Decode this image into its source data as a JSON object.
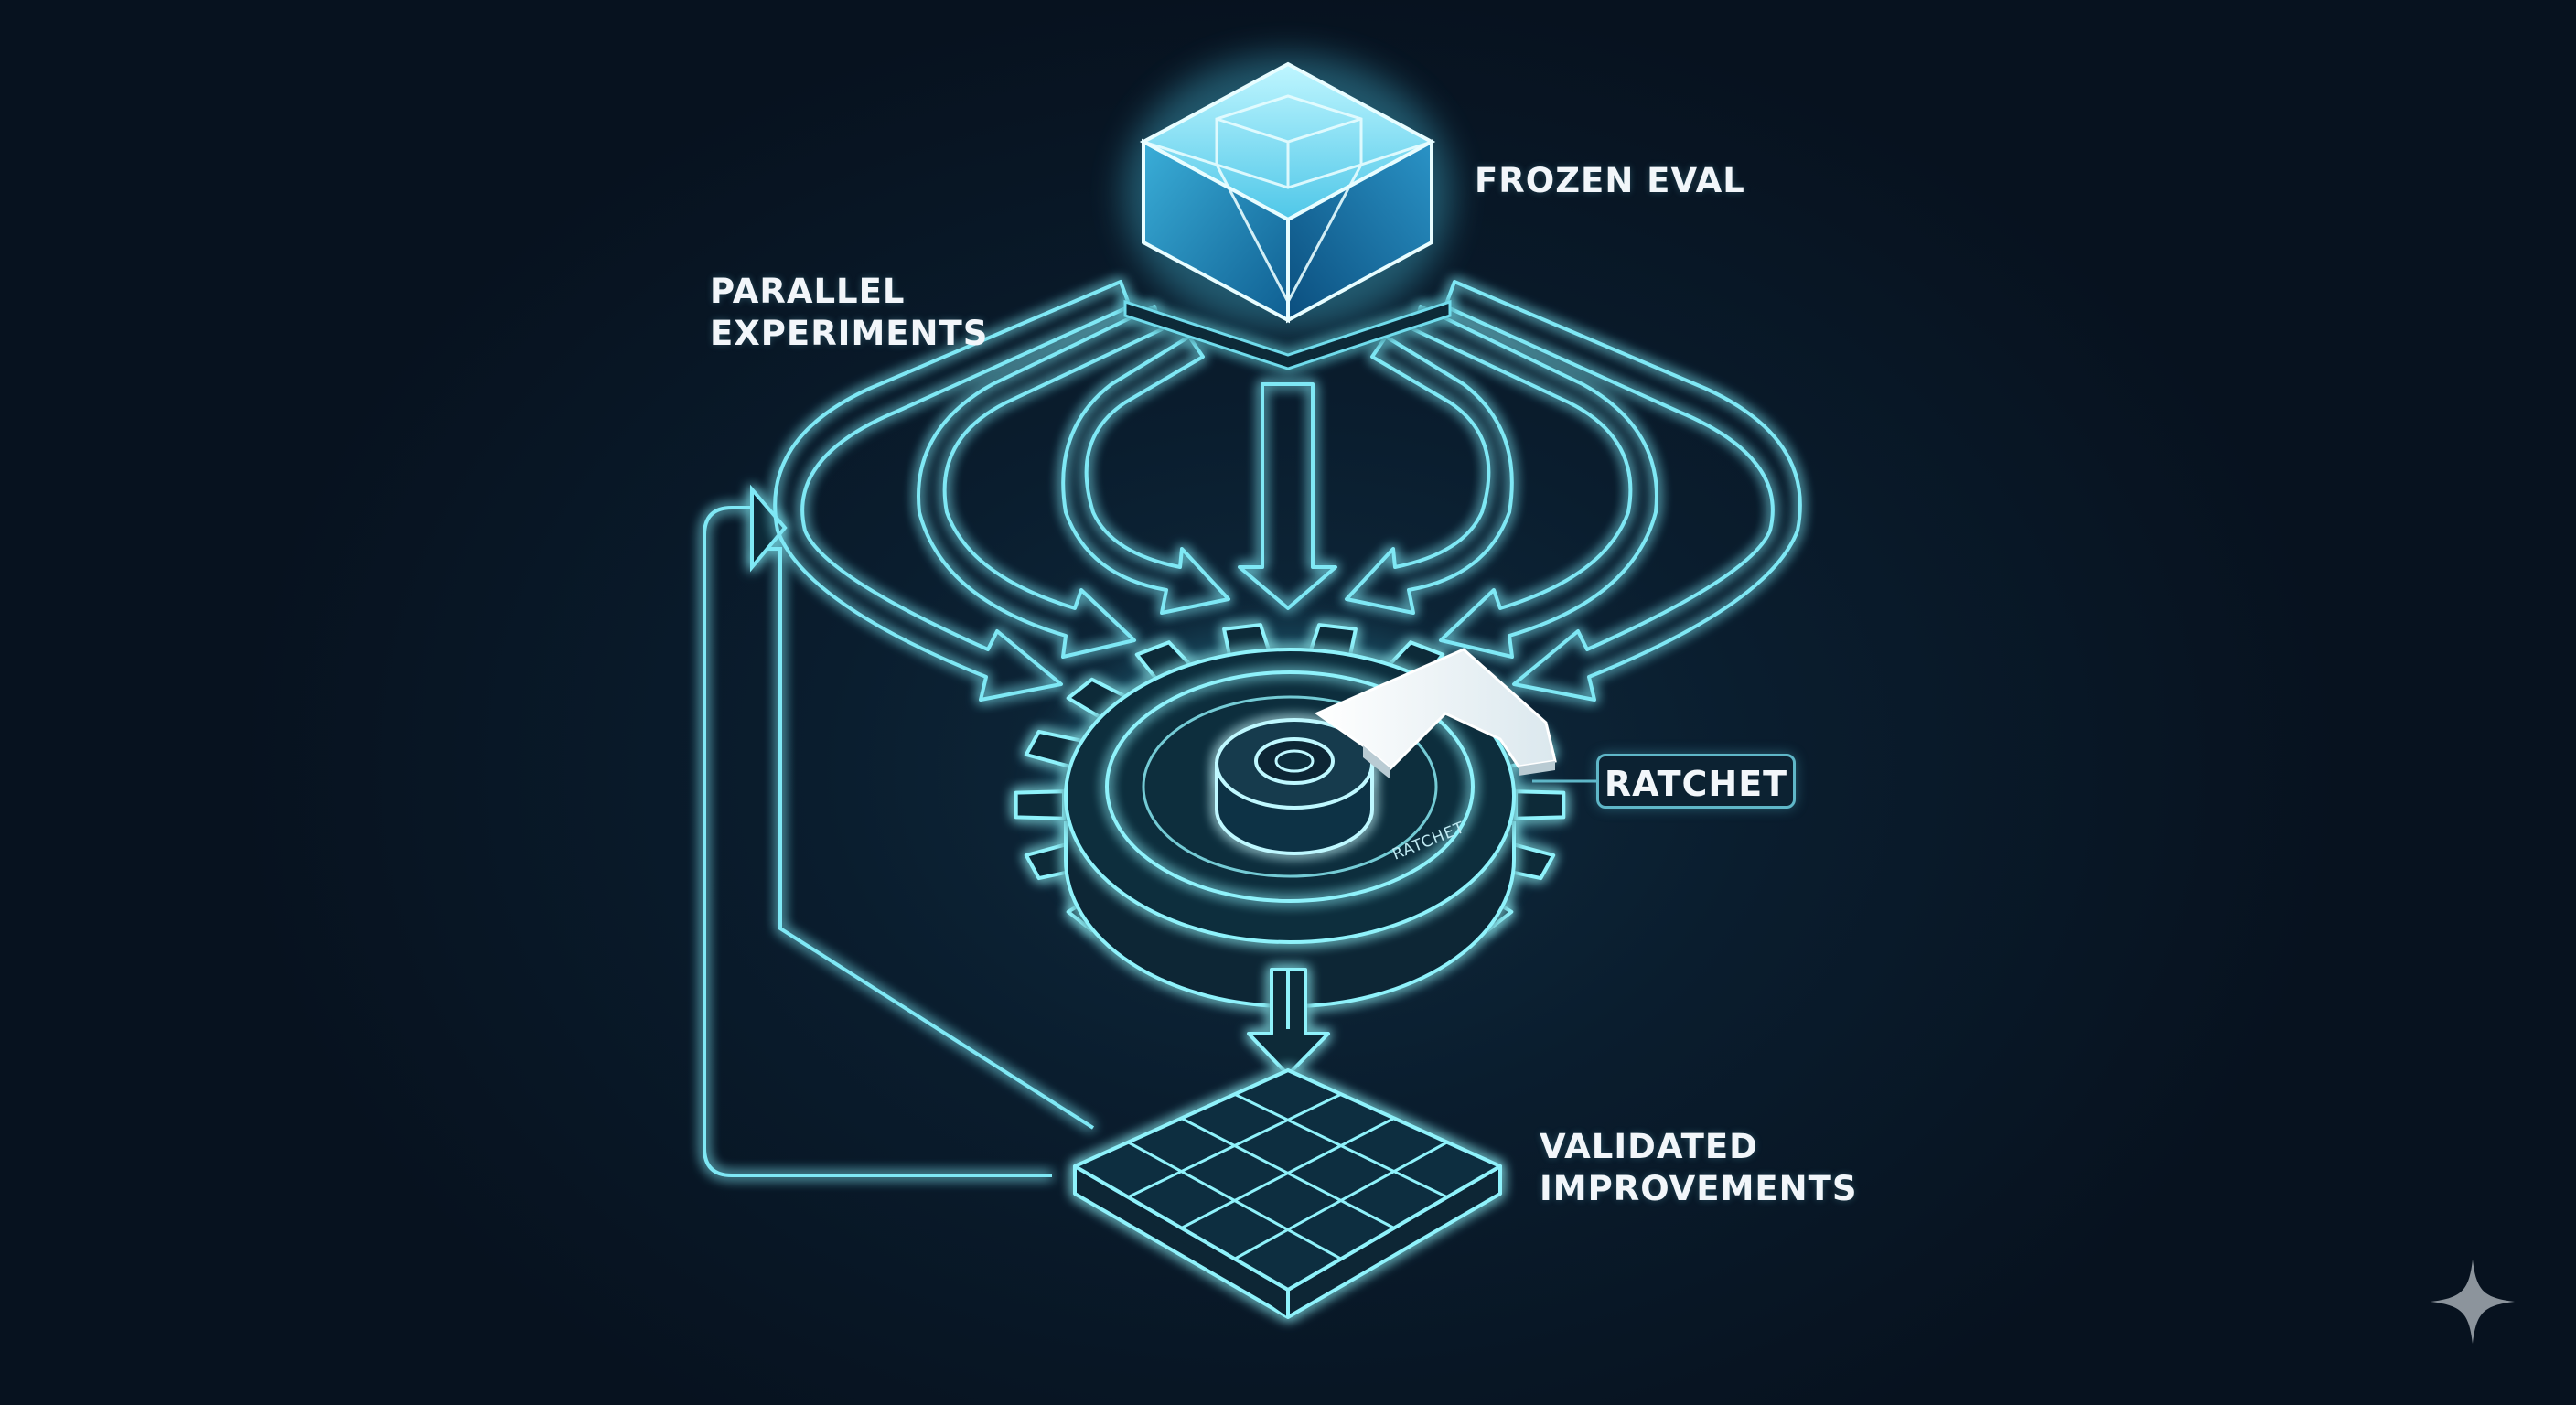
{
  "labels": {
    "frozen_eval": "FROZEN EVAL",
    "parallel_line1": "PARALLEL",
    "parallel_line2": "EXPERIMENTS",
    "ratchet": "RATCHET",
    "gear_engraving": "RATCHET",
    "validated_line1": "VALIDATED",
    "validated_line2": "IMPROVEMENTS"
  },
  "colors": {
    "background": "#07121f",
    "glow": "#5ee0f0",
    "stroke": "#8ff2fb",
    "fill": "#0d2a38",
    "text": "#f2f6fa"
  },
  "icons": {
    "top": "crystal-cube-icon",
    "center": "gear-ratchet-icon",
    "bottom": "grid-tray-icon",
    "corner": "sparkle-icon"
  }
}
